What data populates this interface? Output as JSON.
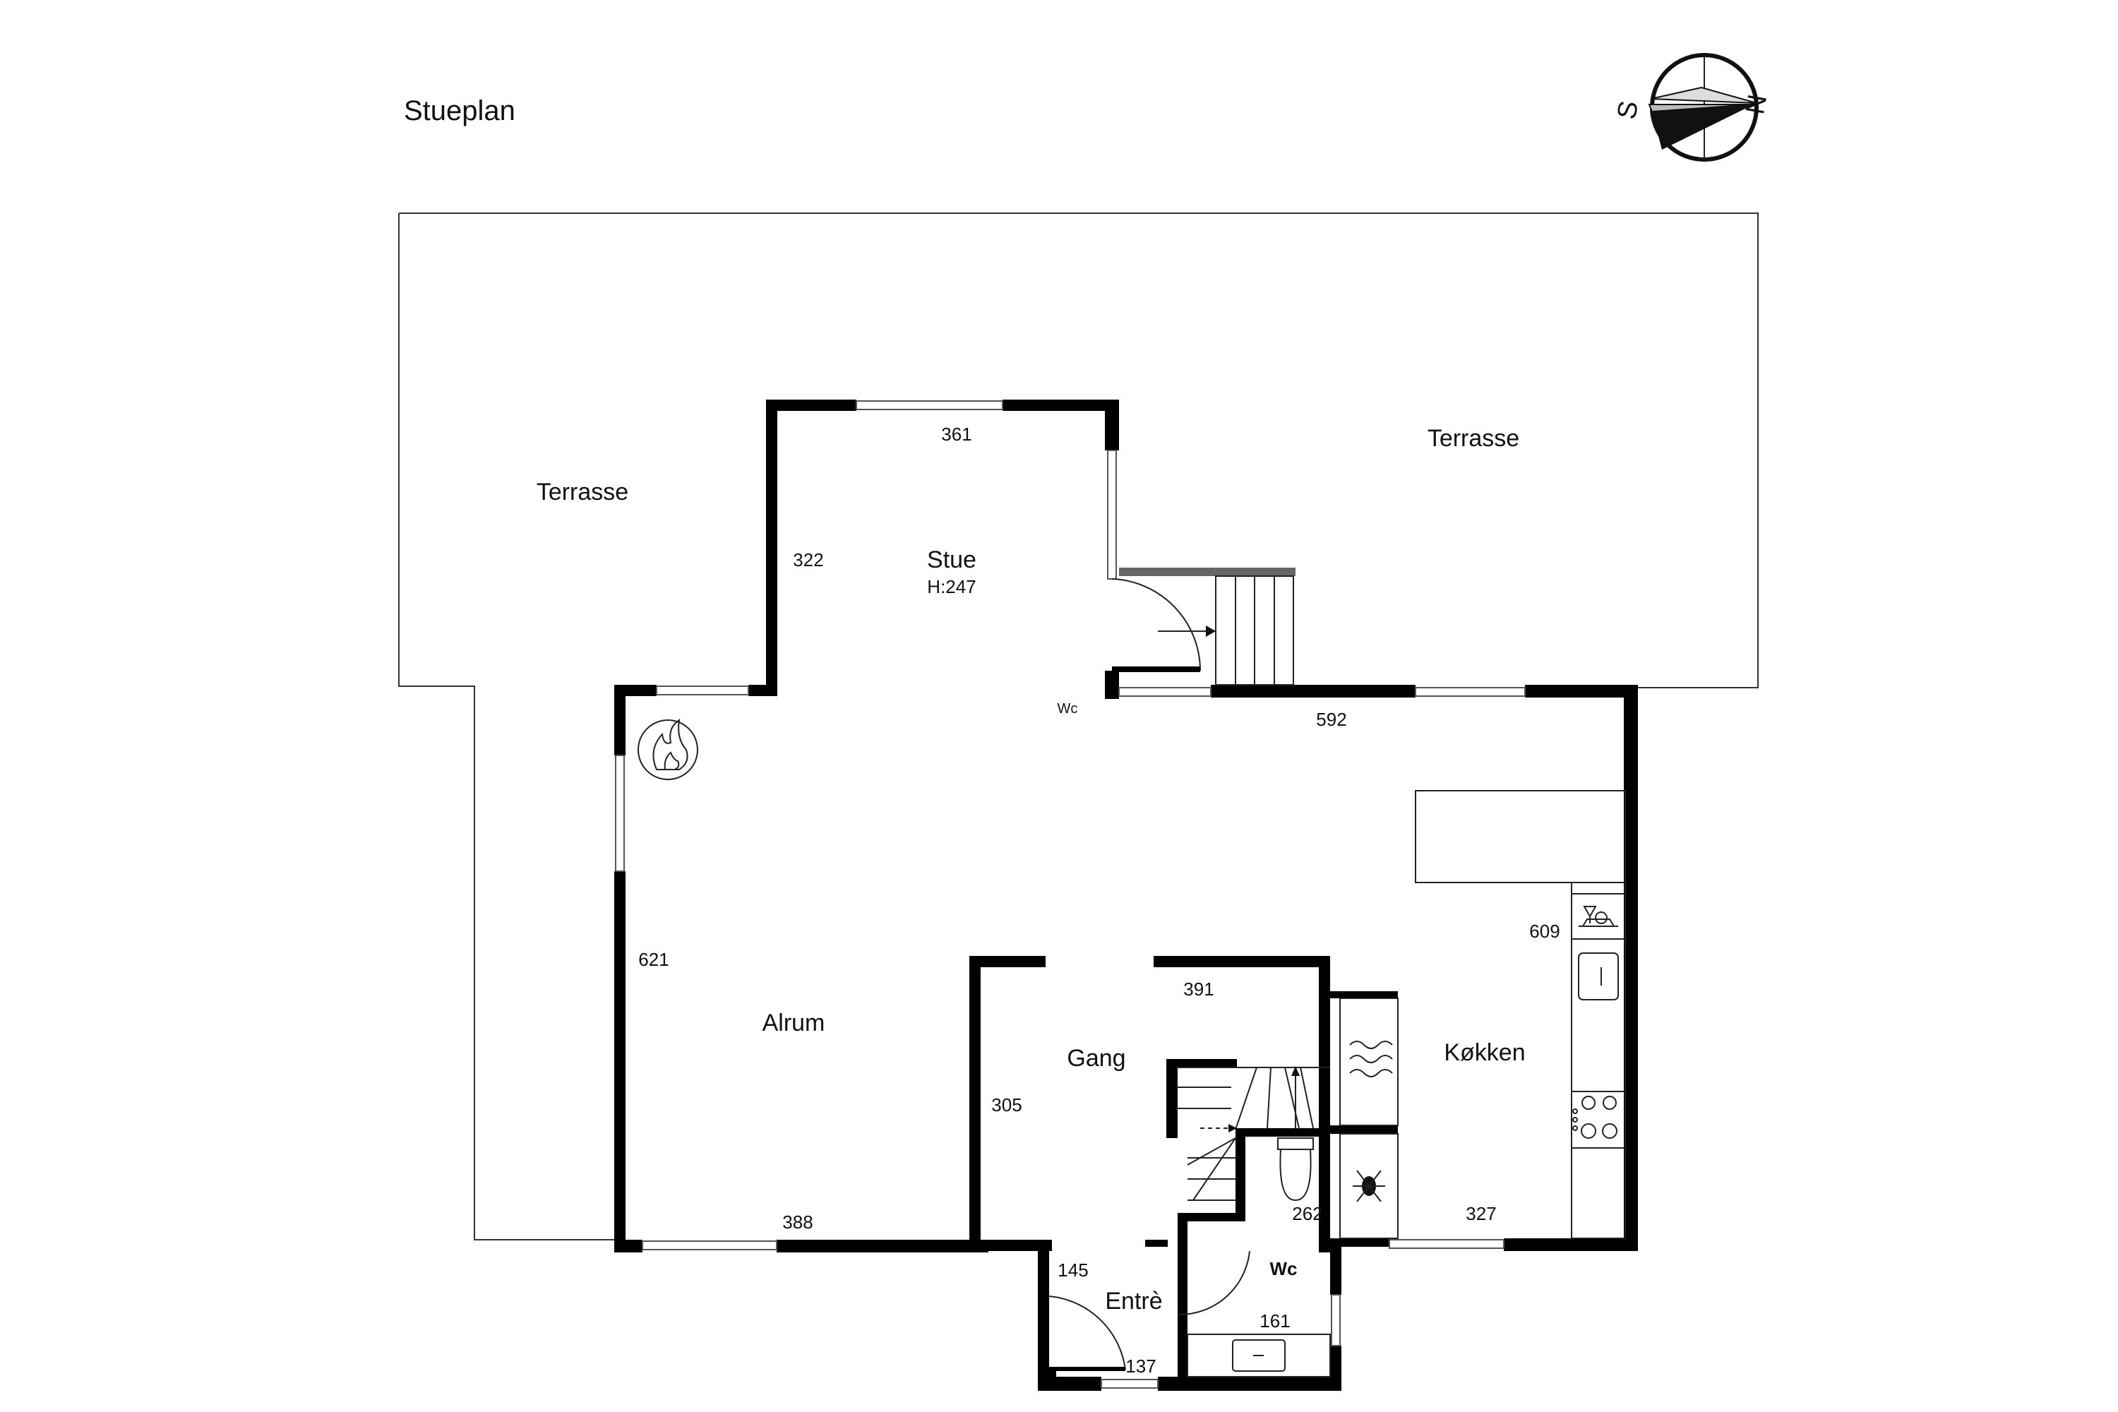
{
  "plan": {
    "title": "Stueplan",
    "compass": {
      "north": "N",
      "south": "S"
    },
    "rooms": {
      "terrasse_left": "Terrasse",
      "terrasse_right": "Terrasse",
      "stue": "Stue",
      "stue_height": "H:247",
      "wc_small": "Wc",
      "alrum": "Alrum",
      "gang": "Gang",
      "kokken": "Køkken",
      "entre": "Entrè",
      "wc": "Wc"
    },
    "dimensions": {
      "stue_width": "361",
      "stue_depth": "322",
      "north_wall": "592",
      "alrum_depth": "621",
      "alrum_width": "388",
      "kitchen_depth": "609",
      "gang_width": "391",
      "gang_depth": "305",
      "wc_depth": "262",
      "kitchen_width": "327",
      "entre_depth": "145",
      "wc_width": "161",
      "entre_width": "137"
    }
  }
}
